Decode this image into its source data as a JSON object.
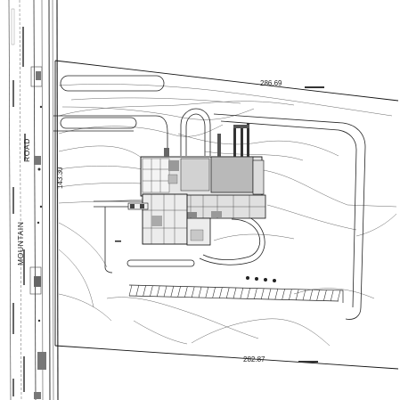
{
  "road": {
    "word1": "ROAD",
    "word2": "MOUNTAIN"
  },
  "dimensions": {
    "north": "286.69",
    "south": "282.87",
    "west": "143.30"
  }
}
